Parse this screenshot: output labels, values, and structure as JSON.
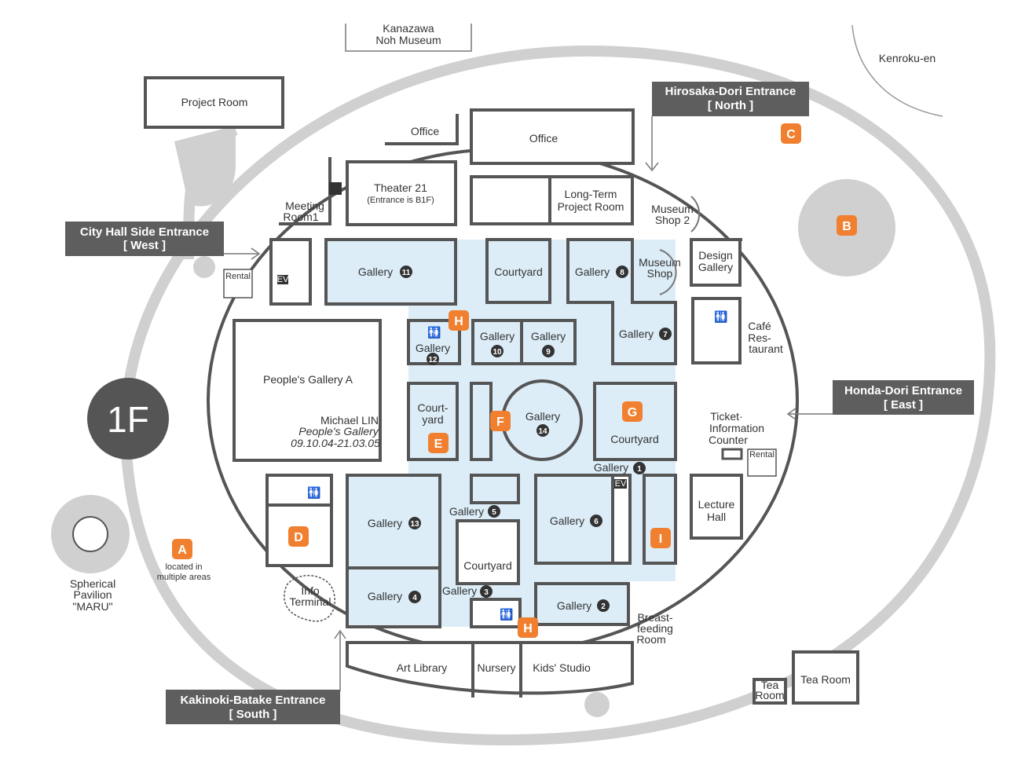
{
  "floor": "1F",
  "outside": {
    "noh_museum": [
      "Kanazawa",
      "Noh Museum"
    ],
    "kenrokuen": "Kenroku-en",
    "project_room": "Project Room",
    "pavilion": [
      "Spherical",
      "Pavilion",
      "\"MARU\""
    ],
    "tea_room_small": [
      "Tea",
      "Room"
    ],
    "tea_room": "Tea Room",
    "located_in": [
      "located in",
      "multiple areas"
    ]
  },
  "entrances": {
    "north": [
      "Hirosaka-Dori Entrance",
      "[ North ]"
    ],
    "west": [
      "City Hall Side Entrance",
      "[ West ]"
    ],
    "east": [
      "Honda-Dori Entrance",
      "[ East ]"
    ],
    "south": [
      "Kakinoki-Batake Entrance",
      "[ South ]"
    ]
  },
  "markers": {
    "A": "A",
    "B": "B",
    "C": "C",
    "D": "D",
    "E": "E",
    "F": "F",
    "G": "G",
    "H": "H",
    "I": "I"
  },
  "rooms": {
    "office_1": "Office",
    "office_2": "Office",
    "theater": [
      "Theater 21",
      "(Entrance is B1F)"
    ],
    "long_term": [
      "Long-Term",
      "Project Room"
    ],
    "meeting": [
      "Meeting",
      "Room1"
    ],
    "museum_shop_2": [
      "Museum",
      "Shop 2"
    ],
    "museum_shop": [
      "Museum",
      "Shop"
    ],
    "design_gallery": [
      "Design",
      "Gallery"
    ],
    "cafe": [
      "Café",
      "Res-",
      "taurant"
    ],
    "ticket": [
      "Ticket·",
      "Information",
      "Counter"
    ],
    "lecture": [
      "Lecture",
      "Hall"
    ],
    "breastfeeding": [
      "Breast-",
      "feeding",
      "Room"
    ],
    "art_library": "Art Library",
    "nursery": "Nursery",
    "kids_studio": "Kids' Studio",
    "info_terminal": [
      "Info",
      "Terminal"
    ],
    "peoples_gallery_a": "People's Gallery A",
    "michael": [
      "Michael LIN",
      "People's Gallery",
      "09.10.04-21.03.05"
    ],
    "rental": "Rental",
    "ev": "EV",
    "courtyard": "Courtyard",
    "court_yard": [
      "Court-",
      "yard"
    ]
  },
  "gallery_label": "Gallery",
  "gallery_numbers": [
    "1",
    "2",
    "3",
    "4",
    "5",
    "6",
    "7",
    "8",
    "9",
    "10",
    "11",
    "12",
    "13",
    "14"
  ]
}
